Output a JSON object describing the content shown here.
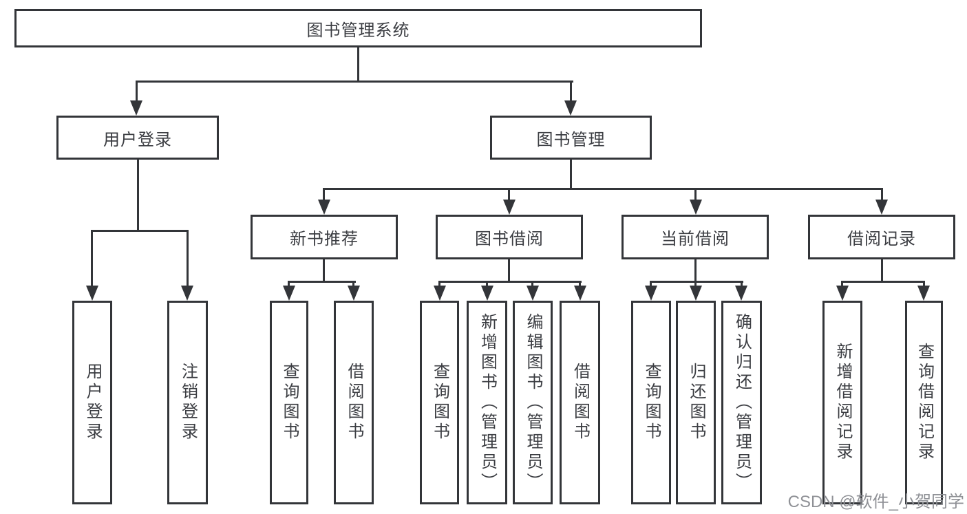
{
  "tree": {
    "label": "图书管理系统",
    "children": [
      {
        "label": "用户登录",
        "children": [
          {
            "label": "用户登录"
          },
          {
            "label": "注销登录"
          }
        ]
      },
      {
        "label": "图书管理",
        "children": [
          {
            "label": "新书推荐",
            "children": [
              {
                "label": "查询图书"
              },
              {
                "label": "借阅图书"
              }
            ]
          },
          {
            "label": "图书借阅",
            "children": [
              {
                "label": "查询图书"
              },
              {
                "label": "新增图书（管理员）"
              },
              {
                "label": "编辑图书（管理员）"
              },
              {
                "label": "借阅图书"
              }
            ]
          },
          {
            "label": "当前借阅",
            "children": [
              {
                "label": "查询图书"
              },
              {
                "label": "归还图书"
              },
              {
                "label": "确认归还（管理员）"
              }
            ]
          },
          {
            "label": "借阅记录",
            "children": [
              {
                "label": "新增借阅记录"
              },
              {
                "label": "查询借阅记录"
              }
            ]
          }
        ]
      }
    ]
  },
  "watermark": {
    "text": "CSDN @软件_小贺同学"
  },
  "colors": {
    "line": "#333539",
    "text": "#3b3d42",
    "watermark": "#8f9196",
    "background": "#ffffff"
  }
}
